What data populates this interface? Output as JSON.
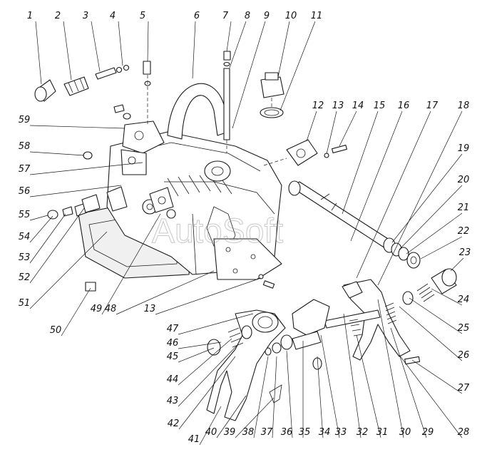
{
  "watermark": "AutoSoft",
  "callouts": [
    "1",
    "2",
    "3",
    "4",
    "5",
    "6",
    "7",
    "8",
    "9",
    "10",
    "11",
    "12",
    "13",
    "14",
    "15",
    "16",
    "17",
    "18",
    "19",
    "20",
    "21",
    "22",
    "23",
    "24",
    "25",
    "26",
    "27",
    "28",
    "29",
    "30",
    "31",
    "32",
    "33",
    "34",
    "35",
    "36",
    "37",
    "38",
    "39",
    "40",
    "41",
    "42",
    "43",
    "44",
    "45",
    "46",
    "47",
    "48",
    "13",
    "49",
    "50",
    "51",
    "52",
    "53",
    "54",
    "55",
    "56",
    "57",
    "58",
    "59"
  ]
}
